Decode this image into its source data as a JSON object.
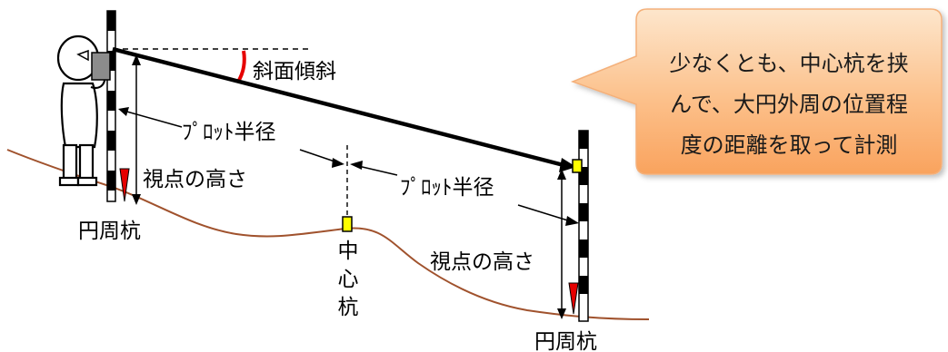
{
  "labels": {
    "slope_angle": "斜面傾斜",
    "plot_radius_1": "ﾌﾟﾛｯﾄ半径",
    "plot_radius_2": "ﾌﾟﾛｯﾄ半径",
    "eye_height_1": "視点の高さ",
    "eye_height_2": "視点の高さ",
    "circumference_stake_1": "円周杭",
    "circumference_stake_2": "円周杭",
    "center_stake": [
      "中",
      "心",
      "杭"
    ]
  },
  "callout": {
    "lines": [
      "少なくとも、中心杭を挟",
      "んで、大円外周の位置程",
      "度の距離を取って計測"
    ]
  },
  "colors": {
    "ground": "#a0522d",
    "sight_line": "#000000",
    "marker_yellow": "#ffff00",
    "angle_arc": "#e60000",
    "red_marker": "#e60000",
    "callout_fill_top": "#fde3c8",
    "callout_fill_bottom": "#f9a15c",
    "callout_border": "#f5b27a"
  },
  "icons": {
    "person": "surveyor-person-icon",
    "instrument": "clinometer-icon"
  }
}
